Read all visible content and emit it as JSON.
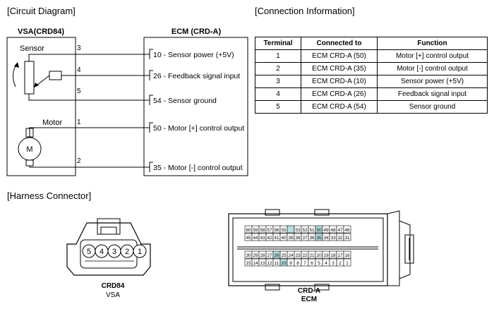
{
  "sections": {
    "circuit_title": "[Circuit Diagram]",
    "connection_title": "[Connection Information]",
    "harness_title": "[Harness Connector]"
  },
  "circuit": {
    "vsa_label": "VSA(CRD84)",
    "ecm_label": "ECM (CRD-A)",
    "sensor_label": "Sensor",
    "motor_label": "Motor",
    "motor_symbol": "M",
    "vsa_pins": [
      "3",
      "4",
      "5",
      "1",
      "2"
    ],
    "ecm_pins": [
      "10 - Sensor power (+5V)",
      "26 - Feedback signal input",
      "54 - Sensor ground",
      "50 - Motor [+] control output",
      "35 - Motor [-] control output"
    ]
  },
  "connection_table": {
    "headers": [
      "Terminal",
      "Connected to",
      "Function"
    ],
    "rows": [
      [
        "1",
        "ECM CRD-A (50)",
        "Motor [+] control output"
      ],
      [
        "2",
        "ECM CRD-A (35)",
        "Motor [-] control output"
      ],
      [
        "3",
        "ECM CRD-A (10)",
        "Sensor power (+5V)"
      ],
      [
        "4",
        "ECM CRD-A (26)",
        "Feedback signal input"
      ],
      [
        "5",
        "ECM CRD-A (54)",
        "Sensor ground"
      ]
    ]
  },
  "crd84": {
    "pins": [
      "5",
      "4",
      "3",
      "2",
      "1"
    ],
    "name": "CRD84",
    "sub": "VSA"
  },
  "crd_a": {
    "name": "CRD-A",
    "sub": "ECM",
    "row1": [
      "60",
      "59",
      "58",
      "57",
      "56",
      "55",
      "",
      "53",
      "52",
      "51",
      "50",
      "49",
      "48",
      "47",
      "46"
    ],
    "row2": [
      "45",
      "44",
      "43",
      "42",
      "41",
      "40",
      "39",
      "38",
      "37",
      "36",
      "35",
      "34",
      "33",
      "32",
      "31"
    ],
    "row3": [
      "30",
      "29",
      "28",
      "27",
      "26",
      "25",
      "24",
      "23",
      "22",
      "21",
      "20",
      "19",
      "18",
      "17",
      "16"
    ],
    "row4": [
      "15",
      "14",
      "13",
      "12",
      "11",
      "10",
      "9",
      "8",
      "7",
      "6",
      "5",
      "4",
      "3",
      "2",
      "1"
    ],
    "highlight": [
      "54",
      "50",
      "35",
      "26",
      "10"
    ],
    "highlight_color": "#b7dfe0"
  }
}
